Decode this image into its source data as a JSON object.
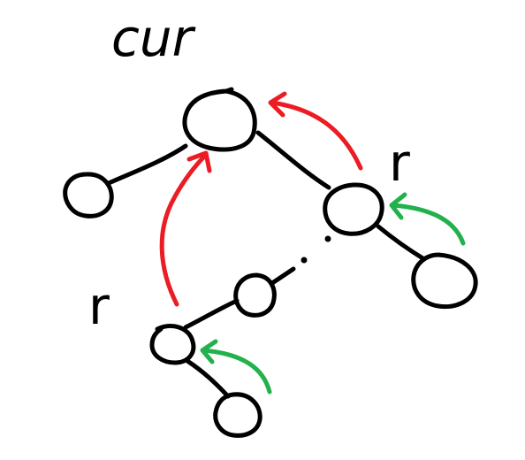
{
  "labels": {
    "cur": "cur",
    "r_right": "r",
    "r_left": "r"
  },
  "colors": {
    "ink": "#000000",
    "red_arrow": "#ec1c24",
    "green_arrow": "#22b14c",
    "background": "#ffffff"
  }
}
